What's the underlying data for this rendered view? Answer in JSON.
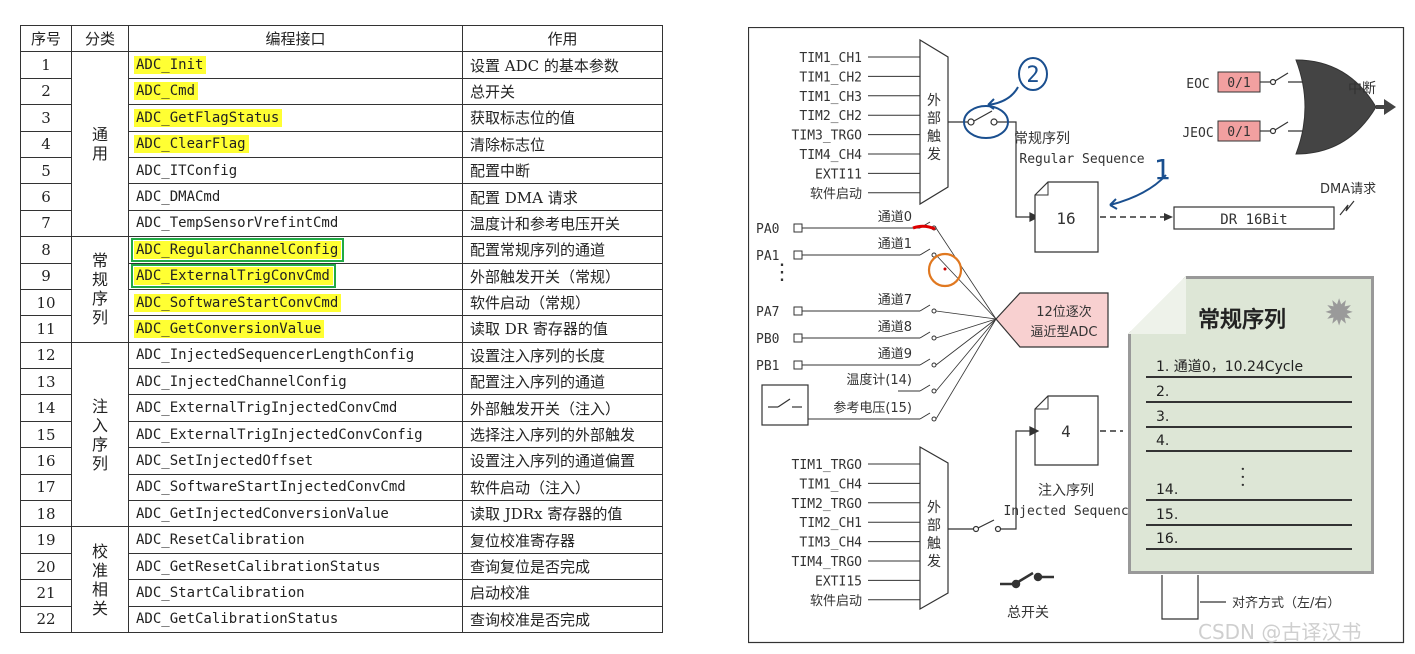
{
  "table": {
    "headers": [
      "序号",
      "分类",
      "编程接口",
      "作用"
    ],
    "groups": [
      {
        "label": "通用",
        "start": 0,
        "span": 7
      },
      {
        "label": "常规序列",
        "start": 7,
        "span": 4
      },
      {
        "label": "注入序列",
        "start": 11,
        "span": 7
      },
      {
        "label": "校准相关",
        "start": 18,
        "span": 4
      }
    ],
    "rows": [
      {
        "no": "1",
        "fn": "ADC_Init",
        "desc": "设置 ADC 的基本参数",
        "highlight": true
      },
      {
        "no": "2",
        "fn": "ADC_Cmd",
        "desc": "总开关",
        "highlight": true
      },
      {
        "no": "3",
        "fn": "ADC_GetFlagStatus",
        "desc": "获取标志位的值",
        "highlight": true
      },
      {
        "no": "4",
        "fn": "ADC_ClearFlag",
        "desc": "清除标志位",
        "highlight": true
      },
      {
        "no": "5",
        "fn": "ADC_ITConfig",
        "desc": "配置中断"
      },
      {
        "no": "6",
        "fn": "ADC_DMACmd",
        "desc": "配置 DMA 请求"
      },
      {
        "no": "7",
        "fn": "ADC_TempSensorVrefintCmd",
        "desc": "温度计和参考电压开关"
      },
      {
        "no": "8",
        "fn": "ADC_RegularChannelConfig",
        "desc": "配置常规序列的通道",
        "highlight": true,
        "boxed": true
      },
      {
        "no": "9",
        "fn": "ADC_ExternalTrigConvCmd",
        "desc": "外部触发开关（常规）",
        "highlight": true,
        "boxed": true
      },
      {
        "no": "10",
        "fn": "ADC_SoftwareStartConvCmd",
        "desc": "软件启动（常规）",
        "highlight": true
      },
      {
        "no": "11",
        "fn": "ADC_GetConversionValue",
        "desc": "读取 DR 寄存器的值",
        "highlight": true
      },
      {
        "no": "12",
        "fn": "ADC_InjectedSequencerLengthConfig",
        "desc": "设置注入序列的长度"
      },
      {
        "no": "13",
        "fn": "ADC_InjectedChannelConfig",
        "desc": "配置注入序列的通道"
      },
      {
        "no": "14",
        "fn": "ADC_ExternalTrigInjectedConvCmd",
        "desc": "外部触发开关（注入）"
      },
      {
        "no": "15",
        "fn": "ADC_ExternalTrigInjectedConvConfig",
        "desc": "选择注入序列的外部触发"
      },
      {
        "no": "16",
        "fn": "ADC_SetInjectedOffset",
        "desc": "设置注入序列的通道偏置"
      },
      {
        "no": "17",
        "fn": "ADC_SoftwareStartInjectedConvCmd",
        "desc": "软件启动（注入）"
      },
      {
        "no": "18",
        "fn": "ADC_GetInjectedConversionValue",
        "desc": "读取 JDRx 寄存器的值"
      },
      {
        "no": "19",
        "fn": "ADC_ResetCalibration",
        "desc": "复位校准寄存器"
      },
      {
        "no": "20",
        "fn": "ADC_GetResetCalibrationStatus",
        "desc": "查询复位是否完成"
      },
      {
        "no": "21",
        "fn": "ADC_StartCalibration",
        "desc": "启动校准"
      },
      {
        "no": "22",
        "fn": "ADC_GetCalibrationStatus",
        "desc": "查询校准是否完成"
      }
    ],
    "highlight_color": "#ffff33",
    "box_color": "#22aa44"
  },
  "diagram": {
    "regular_triggers": [
      "TIM1_CH1",
      "TIM1_CH2",
      "TIM1_CH3",
      "TIM2_CH2",
      "TIM3_TRGO",
      "TIM4_CH4",
      "EXTI11",
      "软件启动"
    ],
    "injected_triggers": [
      "TIM1_TRGO",
      "TIM1_CH4",
      "TIM2_TRGO",
      "TIM2_CH1",
      "TIM3_CH4",
      "TIM4_TRGO",
      "EXTI15",
      "软件启动"
    ],
    "mux_label": "外部触发",
    "pins": [
      "PA0",
      "PA1",
      "PA7",
      "PB0",
      "PB1"
    ],
    "channels": [
      "通道0",
      "通道1",
      "通道7",
      "通道8",
      "通道9",
      "温度计(14)",
      "参考电压(15)"
    ],
    "adc_label_1": "12位逐次",
    "adc_label_2": "逼近型ADC",
    "regular_seq_cn": "常规序列",
    "regular_seq_en": "Regular Sequence",
    "regular_count": "16",
    "injected_seq_cn": "注入序列",
    "injected_seq_en": "Injected Sequence",
    "injected_count": "4",
    "dr_label": "DR 16Bit",
    "dma_label": "DMA请求",
    "eoc": "EOC",
    "jeoc": "JEOC",
    "flag_value": "0/1",
    "interrupt_label": "中断",
    "master_switch_label": "总开关",
    "align_label": "对齐方式（左/右）",
    "annotation_1": "1",
    "annotation_2": "2",
    "annotation_color": "#1a4f8f",
    "flag_color": "#f2a0a0",
    "adc_color": "#f8d0d0"
  },
  "note": {
    "title": "常规序列",
    "lines": [
      "1. 通道0，10.24Cycle",
      "2.",
      "3.",
      "4.",
      "14.",
      "15.",
      "16."
    ],
    "background": "#dde6d6"
  },
  "watermark": "CSDN @古译汉书"
}
